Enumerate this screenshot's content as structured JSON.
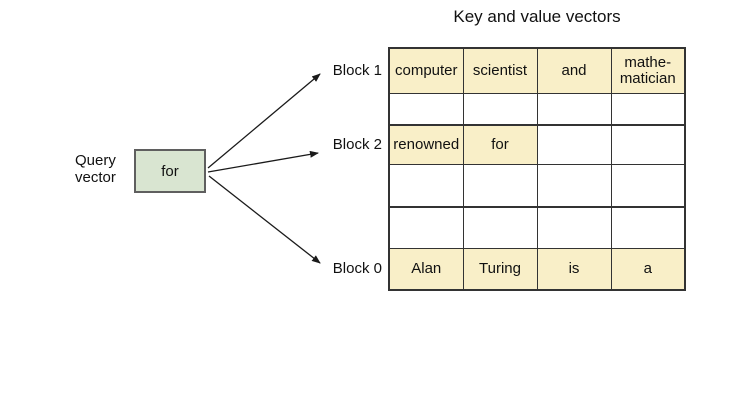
{
  "title": "Key and value vectors",
  "query_vector": {
    "label_line1": "Query",
    "label_line2": "vector",
    "box_label": "for"
  },
  "block_labels": {
    "block1": "Block 1",
    "block2": "Block 2",
    "block0": "Block 0"
  },
  "grid": {
    "rows": [
      {
        "cells": [
          {
            "text": "computer",
            "filled": true
          },
          {
            "text": "scientist",
            "filled": true
          },
          {
            "text": "and",
            "filled": true
          },
          {
            "text": "mathe-matician",
            "filled": true
          }
        ]
      },
      {
        "cells": [
          {
            "text": "",
            "filled": false
          },
          {
            "text": "",
            "filled": false
          },
          {
            "text": "",
            "filled": false
          },
          {
            "text": "",
            "filled": false
          }
        ]
      },
      {
        "cells": [
          {
            "text": "renowned",
            "filled": true
          },
          {
            "text": "for",
            "filled": true
          },
          {
            "text": "",
            "filled": false
          },
          {
            "text": "",
            "filled": false
          }
        ]
      },
      {
        "cells": [
          {
            "text": "",
            "filled": false
          },
          {
            "text": "",
            "filled": false
          },
          {
            "text": "",
            "filled": false
          },
          {
            "text": "",
            "filled": false
          }
        ]
      },
      {
        "cells": [
          {
            "text": "",
            "filled": false
          },
          {
            "text": "",
            "filled": false
          },
          {
            "text": "",
            "filled": false
          },
          {
            "text": "",
            "filled": false
          }
        ]
      },
      {
        "cells": [
          {
            "text": "Alan",
            "filled": true
          },
          {
            "text": "Turing",
            "filled": true
          },
          {
            "text": "is",
            "filled": true
          },
          {
            "text": "a",
            "filled": true
          }
        ]
      }
    ]
  },
  "colors": {
    "cell_fill": "#f9efc8",
    "query_box_fill": "#d9e5d1",
    "query_box_border": "#5f5f5f",
    "table_border": "#333333",
    "arrow": "#1a1a1a",
    "text": "#111111"
  }
}
